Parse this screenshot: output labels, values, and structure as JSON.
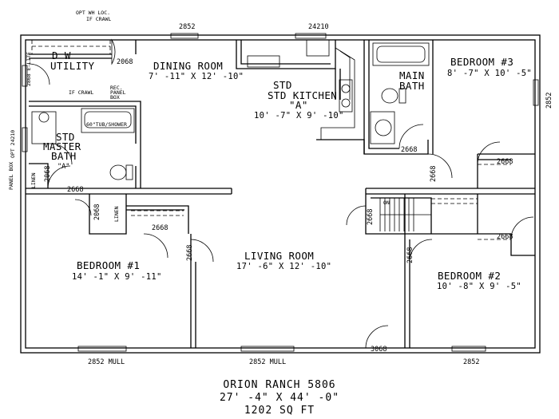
{
  "plan": {
    "rooms": [
      {
        "name": "UTILITY",
        "dims": ""
      },
      {
        "name": "DINING ROOM",
        "dims": "7' -11\" X 12' -10\""
      },
      {
        "name": "STD KITCHEN",
        "sub": "\"A\"",
        "dims": "10' -7\" X 9' -10\""
      },
      {
        "name": "MAIN",
        "name2": "BATH"
      },
      {
        "name": "BEDROOM #3",
        "dims": "8' -7\" X 10' -5\""
      },
      {
        "name": "STD",
        "name2": "MASTER",
        "name3": "BATH",
        "sub": "\"A\""
      },
      {
        "name": "LIVING ROOM",
        "dims": "17' -6\" X 12' -10\""
      },
      {
        "name": "BEDROOM #1",
        "dims": "14' -1\" X 9' -11\""
      },
      {
        "name": "BEDROOM #2",
        "dims": "10' -8\" X 9' -5\""
      }
    ],
    "labels": {
      "dw": "D    W",
      "opt_wh": "OPT WH LOC.",
      "if_crawl": "IF CRAWL",
      "if_crawl2": "IF CRAWL",
      "rec": "REC.",
      "panel": "PANEL",
      "box": "BOX",
      "tub_shower": "60\"TUB/SHOWER",
      "linen": "LINEN",
      "linen2": "LINEN",
      "panel_box": "PANEL BOX",
      "on": "ON",
      "elite": "2868 E-LITE",
      "opt_window": "OPT 24210"
    },
    "windows": {
      "top_dining": "2852",
      "top_kitchen": "24210",
      "right_bed3": "2852",
      "bottom_left": "2852 MULL",
      "bottom_mid": "2852 MULL",
      "bottom_right": "2852"
    },
    "doors": {
      "utility": "2068",
      "bath_main": "2668",
      "bath_side": "2668",
      "bed3_closet": "2668",
      "master_bath": "2668",
      "linen_2068": "2068",
      "master_linen": "2068",
      "bed1": "2668",
      "bed1_closet": "2668",
      "living_hall": "2668",
      "stair": "2668",
      "bed2_closet": "2668",
      "bed2": "2668",
      "front": "3068"
    },
    "title": "ORION RANCH 5806",
    "size": "27' -4\" X 44' -0\"",
    "area": "1202 SQ FT"
  }
}
